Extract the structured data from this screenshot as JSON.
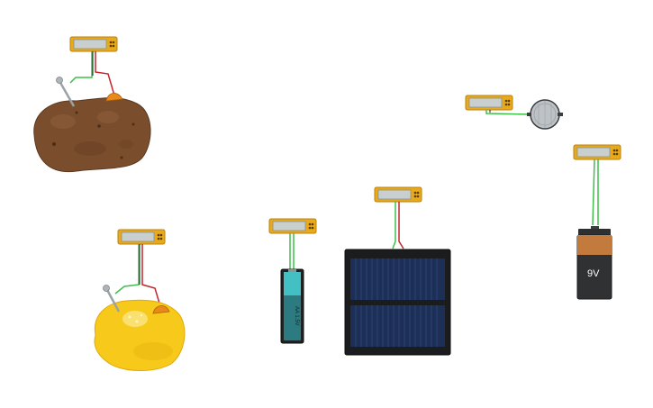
{
  "canvas": {
    "background": "#ffffff",
    "components": [
      {
        "id": "potato-battery",
        "type": "potato"
      },
      {
        "id": "lemon-battery",
        "type": "lemon"
      },
      {
        "id": "aa-battery",
        "type": "aa-battery",
        "label": "AA 1.5V"
      },
      {
        "id": "solar-panel",
        "type": "solar-panel"
      },
      {
        "id": "coin-cell",
        "type": "coin-cell"
      },
      {
        "id": "nine-volt-battery",
        "type": "9v-battery",
        "label": "9V"
      }
    ],
    "multimeter_count": 6
  },
  "colors": {
    "multimeter_body": "#e8a91a",
    "multimeter_screen": "#c9cfcf",
    "probe_green": "#3fbf4a",
    "probe_red": "#c1272d",
    "potato": "#7a4e2d",
    "lemon": "#f6c91a",
    "solar_cell": "#1d2f57"
  }
}
